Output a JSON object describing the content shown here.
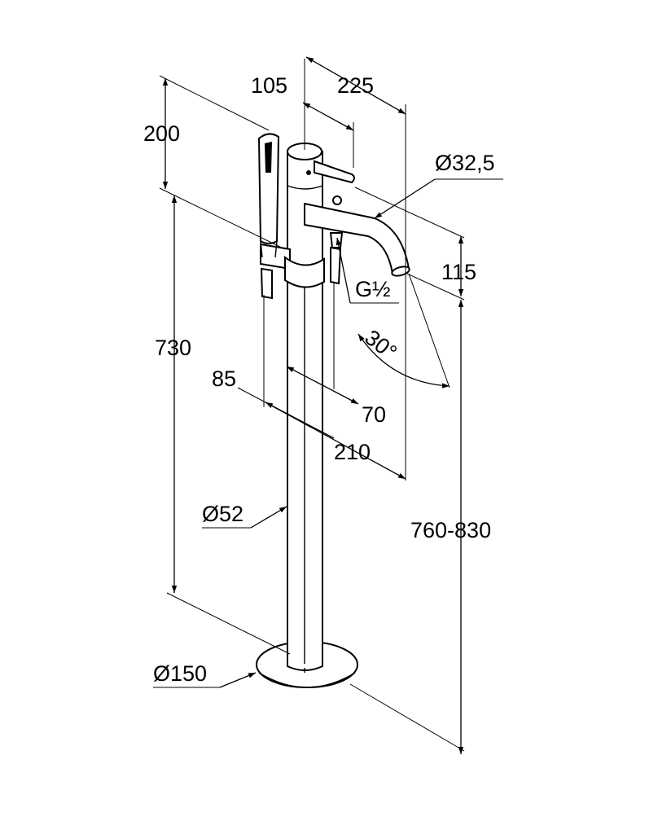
{
  "dimensions": {
    "d200": "200",
    "d105": "105",
    "d225": "225",
    "d_spout_dia": "Ø32,5",
    "d115": "115",
    "d_thread": "G½",
    "d_angle": "30°",
    "d730": "730",
    "d85": "85",
    "d70": "70",
    "d210": "210",
    "d_pipe_dia": "Ø52",
    "d_height_range": "760-830",
    "d_base_dia": "Ø150"
  },
  "colors": {
    "line": "#000000",
    "background": "#ffffff"
  }
}
